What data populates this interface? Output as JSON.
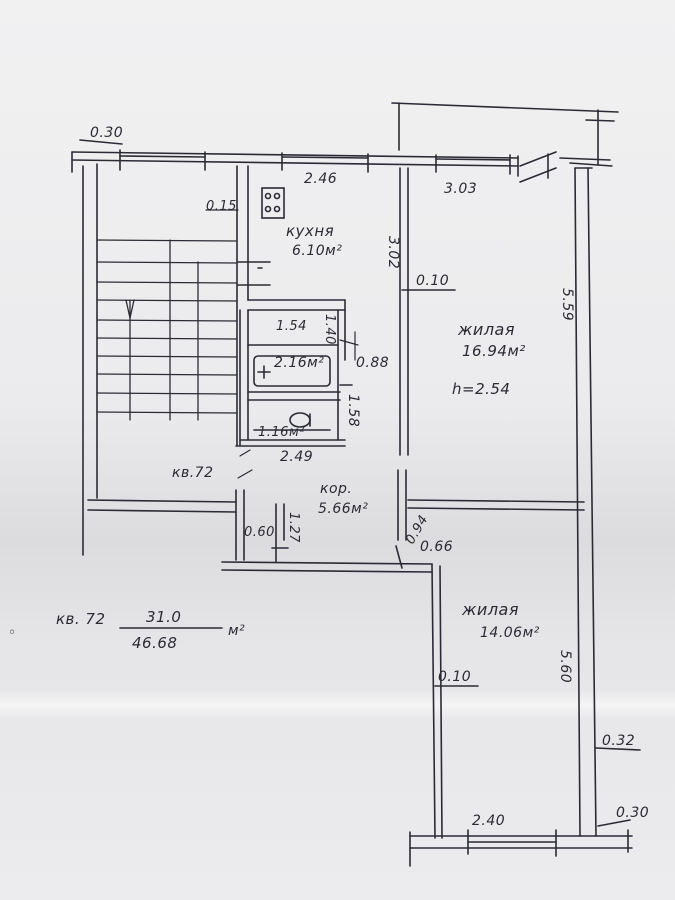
{
  "labels": {
    "wall_0_30_top": "0.30",
    "dim_2_46": "2.46",
    "dim_3_03": "3.03",
    "dim_0_15": "0.15",
    "kitchen_name": "кухня",
    "kitchen_area": "6.10м²",
    "dim_3_02": "3.02",
    "dim_0_10_upper": "0.10",
    "dim_5_59": "5.59",
    "dim_1_54": "1.54",
    "dim_1_40": "1.40",
    "bath_area": "2.16м²",
    "dim_0_88": "0.88",
    "living1_name": "жилая",
    "living1_area": "16.94м²",
    "ceiling_height": "h=2.54",
    "wc_area": "1.16м²",
    "dim_1_58": "1.58",
    "dim_2_49": "2.49",
    "apt_ref": "кв.72",
    "corridor_name": "кор.",
    "corridor_area": "5.66м²",
    "dim_0_60": "0.60",
    "dim_1_27": "1.27",
    "dim_0_94": "0.94",
    "dim_0_66": "0.66",
    "summary_prefix": "кв. 72",
    "summary_living": "31.0",
    "summary_total": "46.68",
    "summary_unit": "м²",
    "living2_name": "жилая",
    "living2_area": "14.06м²",
    "dim_0_10_lower": "0.10",
    "dim_5_60": "5.60",
    "dim_0_32": "0.32",
    "dim_2_40": "2.40",
    "wall_0_30_bottom": "0.30"
  },
  "colors": {
    "ink": "#2b2b34",
    "paper": "#eeeef0"
  },
  "icons": {
    "stove": "stove-icon",
    "stairs": "staircase",
    "bathtub": "bathtub-icon",
    "toilet": "toilet-icon"
  }
}
